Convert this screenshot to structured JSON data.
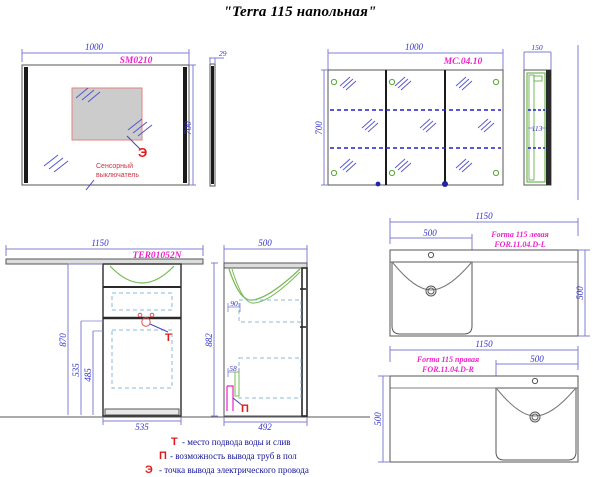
{
  "title": "\"Terra 115 напольная\"",
  "views": {
    "mirror": {
      "code": "SM0210",
      "width": "1000",
      "height": "700",
      "thickness": "29",
      "note": [
        "Сенсорный",
        "выключатель"
      ],
      "marker": "Э"
    },
    "cabinet": {
      "code": "МС.04.10",
      "width": "1000",
      "height": "700",
      "depth": "150",
      "shelf": "113"
    },
    "vanity_front": {
      "code": "TER01052N",
      "width_top": "1150",
      "height_total": "870",
      "height_mid": "535",
      "height_low": "485",
      "width_base": "535",
      "marker": "Т"
    },
    "vanity_side": {
      "width": "500",
      "height": "882",
      "depth": "492",
      "inner_top": "90",
      "inner_low": "58",
      "marker": "П"
    },
    "basin_left": {
      "name": "Forma 115 левая",
      "code": "FOR.11.04.D-L",
      "width": "1150",
      "bowl_width": "500",
      "depth": "500"
    },
    "basin_right": {
      "name": "Forma 115 правая",
      "code": "FOR.11.04.D-R",
      "width": "1150",
      "bowl_width": "500",
      "depth": "500"
    }
  },
  "legend": [
    {
      "symbol": "Т",
      "text": "- место подвода воды и слив"
    },
    {
      "symbol": "П",
      "text": "- возможность вывода труб в пол"
    },
    {
      "symbol": "Э",
      "text": "- точка вывода электрического провода"
    }
  ],
  "colors": {
    "dimension": "#3333cc",
    "code": "#ee22cc",
    "marker": "#e01b1b",
    "outline": "#333333",
    "glass": "#7f7fd5",
    "green": "#77bb55",
    "drawer": "#88bbdd"
  }
}
